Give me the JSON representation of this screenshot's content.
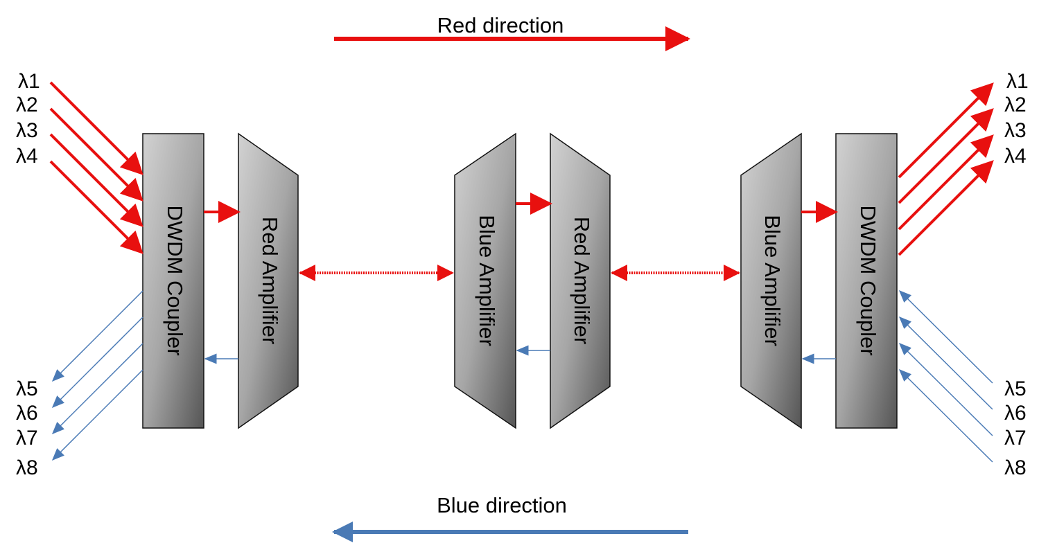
{
  "diagram": {
    "red_direction_label": "Red direction",
    "blue_direction_label": "Blue direction",
    "left_coupler_label": "DWDM Coupler",
    "right_coupler_label": "DWDM Coupler",
    "amp_left_label": "Red Amplifier",
    "amp_mid_blue_label": "Blue Amplifier",
    "amp_mid_red_label": "Red Amplifier",
    "amp_right_label": "Blue Amplifier",
    "left_red_wavelengths": [
      "λ1",
      "λ2",
      "λ3",
      "λ4"
    ],
    "left_blue_wavelengths": [
      "λ5",
      "λ6",
      "λ7",
      "λ8"
    ],
    "right_red_wavelengths": [
      "λ1",
      "λ2",
      "λ3",
      "λ4"
    ],
    "right_blue_wavelengths": [
      "λ5",
      "λ6",
      "λ7",
      "λ8"
    ],
    "colors": {
      "red": "#e8100f",
      "blue": "#4a7ab5",
      "outline": "#111111"
    }
  }
}
